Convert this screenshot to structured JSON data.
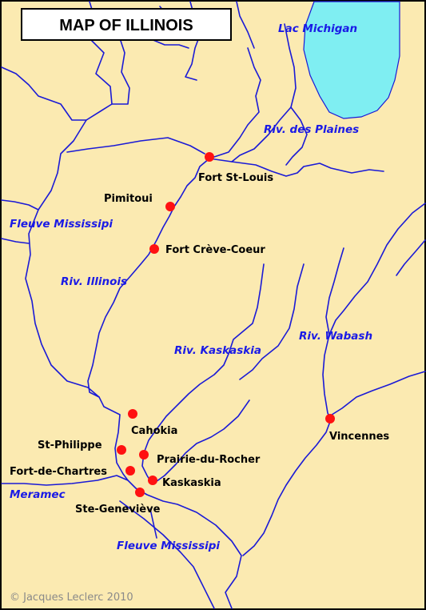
{
  "title": "MAP OF ILLINOIS",
  "colors": {
    "land": "#fbeab1",
    "lake": "#7feef2",
    "river": "#1a1ad6",
    "settlement": "#ff1111",
    "border": "#000000"
  },
  "water_labels": {
    "lake_michigan": "Lac Michigan",
    "des_plaines": "Riv. des Plaines",
    "mississippi_north": "Fleuve Mississipi",
    "illinois": "Riv. Illinois",
    "kaskaskia": "Riv. Kaskaskia",
    "wabash": "Riv. Wabash",
    "meramec": "Meramec",
    "mississippi_south": "Fleuve Mississipi"
  },
  "settlements": {
    "fort_st_louis": "Fort St-Louis",
    "pimitoui": "Pimitoui",
    "fort_creve_coeur": "Fort Crève-Coeur",
    "cahokia": "Cahokia",
    "st_philippe": "St-Philippe",
    "prairie_du_rocher": "Prairie-du-Rocher",
    "fort_de_chartres": "Fort-de-Chartres",
    "kaskaskia": "Kaskaskia",
    "ste_genevieve": "Ste-Geneviève",
    "vincennes": "Vincennes"
  },
  "credit": "© Jacques Leclerc 2010"
}
